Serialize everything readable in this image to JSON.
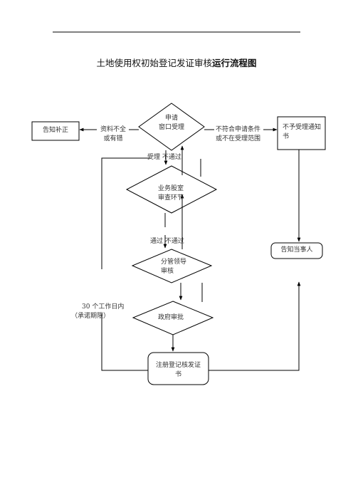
{
  "title": {
    "main": "土地使用权初始登记发证审核",
    "emphasis": "运行流程图"
  },
  "nodes": {
    "window_accept": {
      "line1": "申请",
      "line2": "窗口受理"
    },
    "dept_review": {
      "line1": "业务股室",
      "line2": "审查环节"
    },
    "leader_review": {
      "line1": "分管领导",
      "line2": "审核"
    },
    "gov_approval": {
      "line1": "政府审批"
    },
    "register_issue": {
      "line1": "注册登记核发证",
      "line2": "书"
    },
    "supplement": {
      "line1": "告知补正"
    },
    "rejection_notice": {
      "line1": "不予受理通知",
      "line2": "书"
    },
    "notify_party": {
      "line1": "告知当事人"
    }
  },
  "edge_labels": {
    "incomplete": {
      "line1": "资料不全",
      "line2": "或有错"
    },
    "not_qualified": {
      "line1": "不符合申请条件",
      "line2": "或不在受理范围"
    },
    "accept_reject": "受理  不通过",
    "pass_reject": "通过      不通过",
    "time_limit": {
      "line1": "30 个工作日内",
      "line2": "（承诺期限）"
    }
  }
}
